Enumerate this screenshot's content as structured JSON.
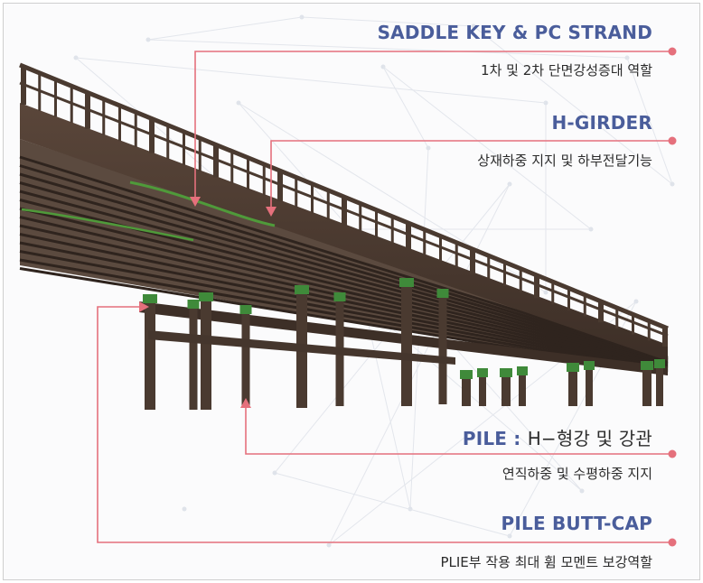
{
  "callouts": {
    "saddle": {
      "title": "SADDLE KEY & PC STRAND",
      "desc": "1차 및 2차 단면강성증대 역할"
    },
    "girder": {
      "title": "H-GIRDER",
      "desc": "상재하중 지지 및 하부전달기능"
    },
    "pile": {
      "title_bold": "PILE : ",
      "title_rest": "H−형강 및 강관",
      "desc": "연직하중 및 수평하중 지지"
    },
    "buttcap": {
      "title": "PILE BUTT-CAP",
      "desc": "PLIE부 작용 최대 휨 모멘트 보강역할"
    }
  },
  "colors": {
    "title": "#4a5d9b",
    "leader": "#e5707c",
    "steel": "#4a3a30",
    "cap": "#3f8a3a"
  }
}
